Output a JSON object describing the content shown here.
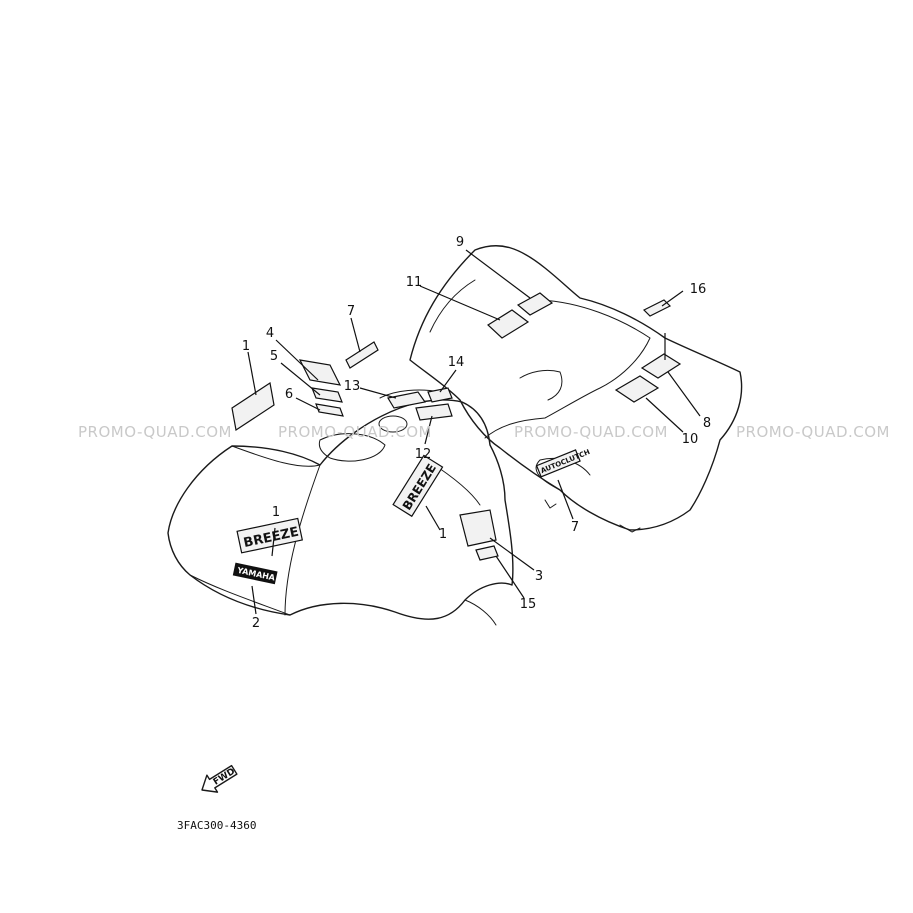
{
  "watermarks": [
    "PROMO-QUAD.COM",
    "PROMO-QUAD.COM",
    "PROMO-QUAD.COM",
    "PROMO-QUAD.COM"
  ],
  "callouts": {
    "c1a": "1",
    "c1b": "1",
    "c1c": "1",
    "c2": "2",
    "c3": "3",
    "c4": "4",
    "c5": "5",
    "c6": "6",
    "c7a": "7",
    "c7b": "7",
    "c8": "8",
    "c9": "9",
    "c10": "10",
    "c11": "11",
    "c12": "12",
    "c13": "13",
    "c14": "14",
    "c15": "15",
    "c16": "16"
  },
  "decals": {
    "breeze_front": "BREEZE",
    "breeze_side": "BREEZE",
    "yamaha": "YAMAHA",
    "autoclutch": "AUTOCLUTCH"
  },
  "fwd_label": "FWD",
  "diagram_code": "3FAC300-4360"
}
